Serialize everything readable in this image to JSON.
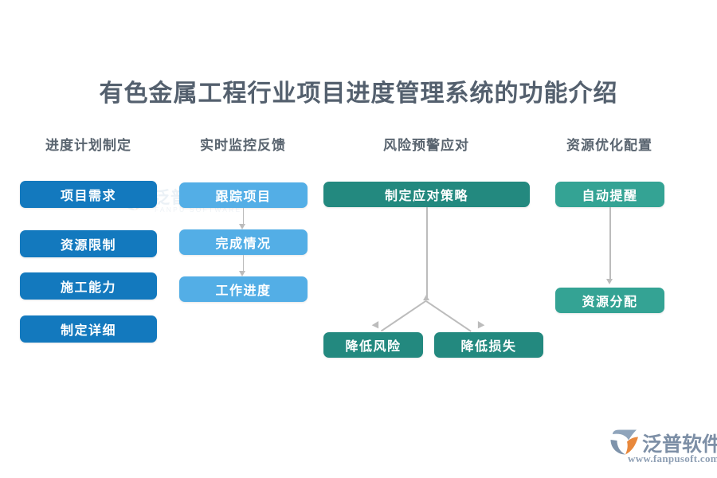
{
  "page": {
    "title": "有色金属工程行业项目进度管理系统的功能介绍",
    "background_color": "#ffffff",
    "title_color": "#54606e"
  },
  "columns": [
    {
      "header": "进度计划制定",
      "color": "#1379be",
      "nodes": [
        {
          "label": "项目需求"
        },
        {
          "label": "资源限制"
        },
        {
          "label": "施工能力"
        },
        {
          "label": "制定详细"
        }
      ]
    },
    {
      "header": "实时监控反馈",
      "color": "#53aee6",
      "nodes": [
        {
          "label": "跟踪项目"
        },
        {
          "label": "完成情况"
        },
        {
          "label": "工作进度"
        }
      ]
    },
    {
      "header": "风险预警应对",
      "color": "#23897f",
      "nodes": [
        {
          "label": "制定应对策略"
        },
        {
          "label": "降低风险"
        },
        {
          "label": "降低损失"
        }
      ]
    },
    {
      "header": "资源优化配置",
      "color": "#34a394",
      "nodes": [
        {
          "label": "自动提醒"
        },
        {
          "label": "资源分配"
        }
      ]
    }
  ],
  "watermark": {
    "text": "泛普软件",
    "subtext": "FANPU SOFTWARE"
  },
  "logo": {
    "text": "泛普软件",
    "url": "www.fanpusoft.com",
    "mark_color": "#8496ac",
    "accent_color": "#e8883c"
  }
}
